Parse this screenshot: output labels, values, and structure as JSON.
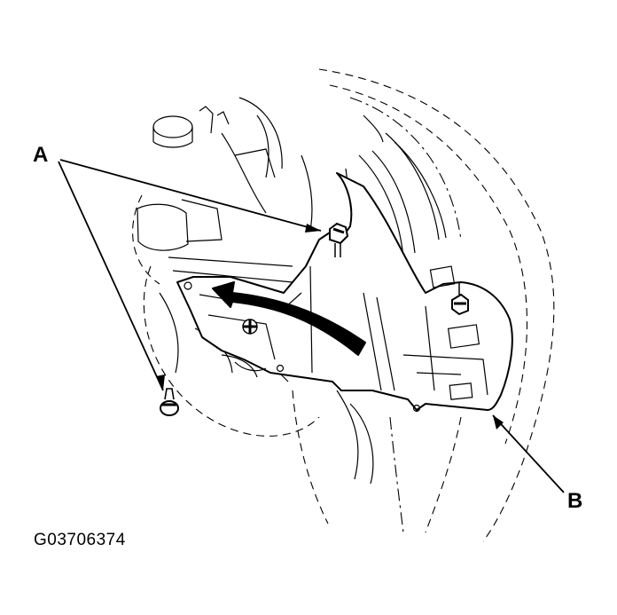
{
  "callouts": {
    "a": "A",
    "b": "B"
  },
  "figure_id": "G03706374",
  "colors": {
    "ink": "#000000",
    "paper": "#ffffff"
  },
  "icons": {
    "fastener": "clip-icon",
    "direction": "curved-arrow-icon"
  }
}
